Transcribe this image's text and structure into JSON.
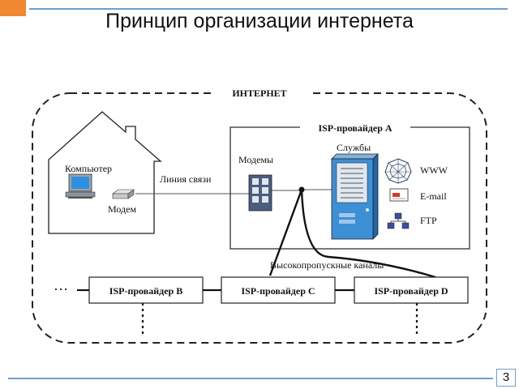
{
  "slide": {
    "title": "Принцип организации интернета",
    "page_number": "3"
  },
  "diagram": {
    "internet_label": "ИНТЕРНЕТ",
    "home": {
      "computer_label": "Компьютер",
      "modem_label": "Модем"
    },
    "link_label": "Линия связи",
    "isp_a": {
      "title": "ISP-провайдер A",
      "modems_label": "Модемы",
      "services_label": "Службы"
    },
    "services": [
      {
        "icon": "web-icon",
        "label": "WWW"
      },
      {
        "icon": "mail-icon",
        "label": "E-mail"
      },
      {
        "icon": "ftp-icon",
        "label": "FTP"
      }
    ],
    "backbone_label": "Высокопропускные каналы",
    "providers": [
      "ISP-провайдер B",
      "ISP-провайдер C",
      "ISP-провайдер D"
    ],
    "ellipsis": "…"
  },
  "colors": {
    "accent_orange": "#f0882f",
    "rule_blue": "#6aa0cd",
    "modem_rack": "#4a5d7e",
    "server_blue": "#3d8fd6"
  }
}
